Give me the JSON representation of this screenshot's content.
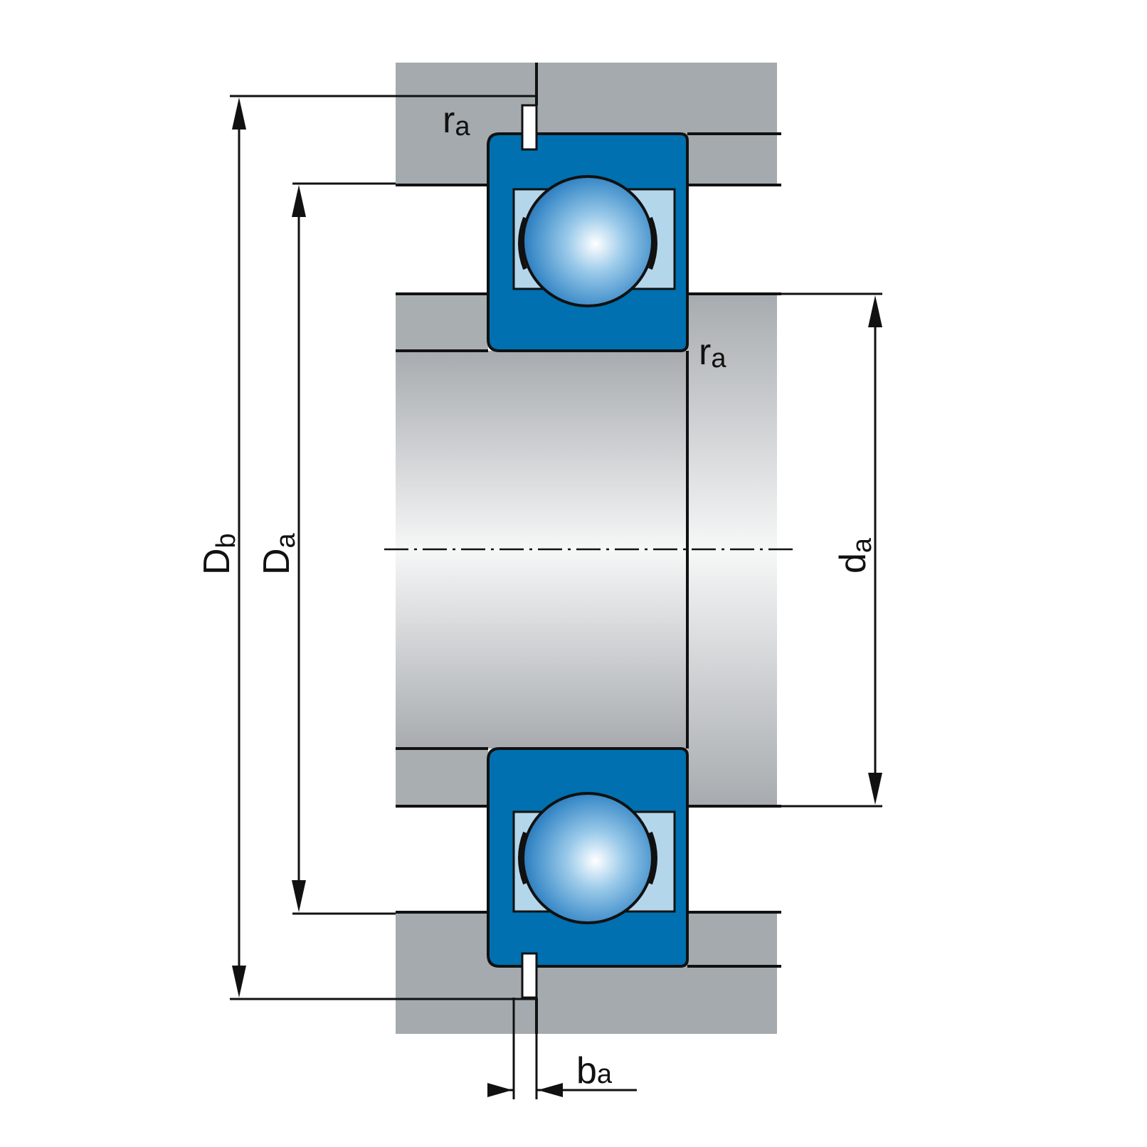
{
  "labels": {
    "Db": {
      "main": "D",
      "sub": "b"
    },
    "Da": {
      "main": "D",
      "sub": "a"
    },
    "da": {
      "main": "d",
      "sub": "a"
    },
    "ra_top": {
      "main": "r",
      "sub": "a"
    },
    "ra_mid": {
      "main": "r",
      "sub": "a"
    },
    "ba": {
      "main": "b",
      "sub": "a"
    }
  },
  "colors": {
    "housing": "#a4aaae",
    "ring": "#0070b0",
    "raceway_light": "#b4d6ea",
    "ball_edge": "#1e6eb4",
    "line": "#111111"
  }
}
